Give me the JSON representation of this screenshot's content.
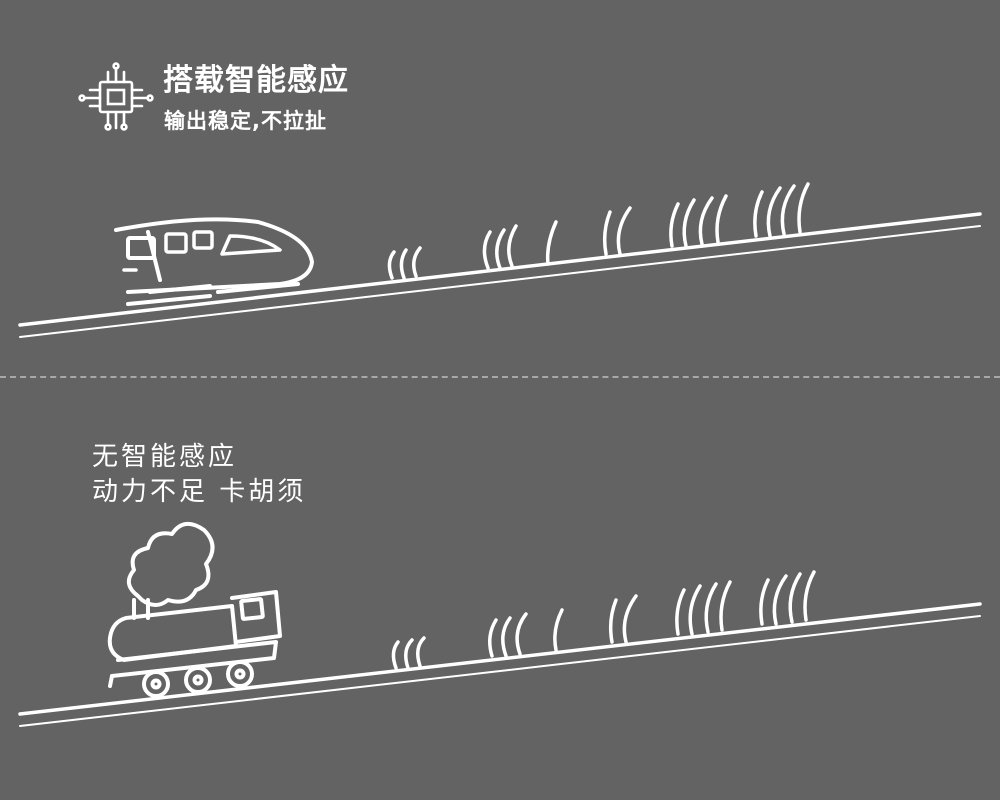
{
  "smart_section": {
    "headline": "搭载智能感应",
    "subline": "输出稳定,不拉扯",
    "icon": "chip-icon"
  },
  "plain_section": {
    "line1": "无智能感应",
    "line2": "动力不足 卡胡须",
    "icon": "steam-locomotive-icon"
  },
  "colors": {
    "background": "#636363",
    "foreground": "#ffffff",
    "divider": "#a8a8a8"
  }
}
